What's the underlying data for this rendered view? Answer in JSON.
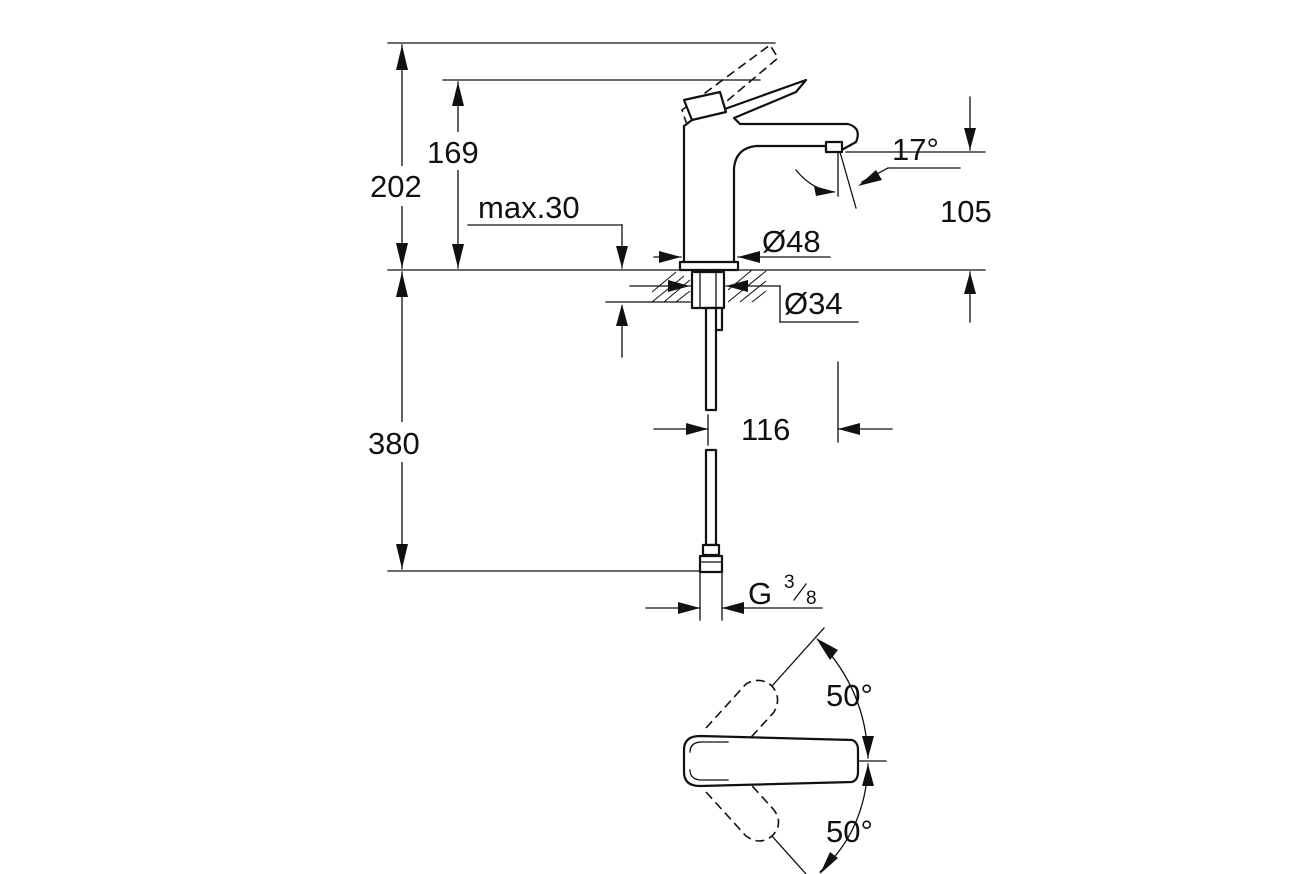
{
  "dimensions": {
    "total_height": "202",
    "spout_height": "169",
    "max_deck": "max.30",
    "spout_angle": "17°",
    "outlet_height": "105",
    "base_diameter": "Ø48",
    "hole_diameter": "Ø34",
    "hose_length": "380",
    "projection": "116",
    "thread_main": "G",
    "thread_num": "3",
    "thread_den": "8",
    "swivel_up": "50°",
    "swivel_down": "50°"
  },
  "colors": {
    "line": "#111111",
    "background": "#ffffff"
  }
}
